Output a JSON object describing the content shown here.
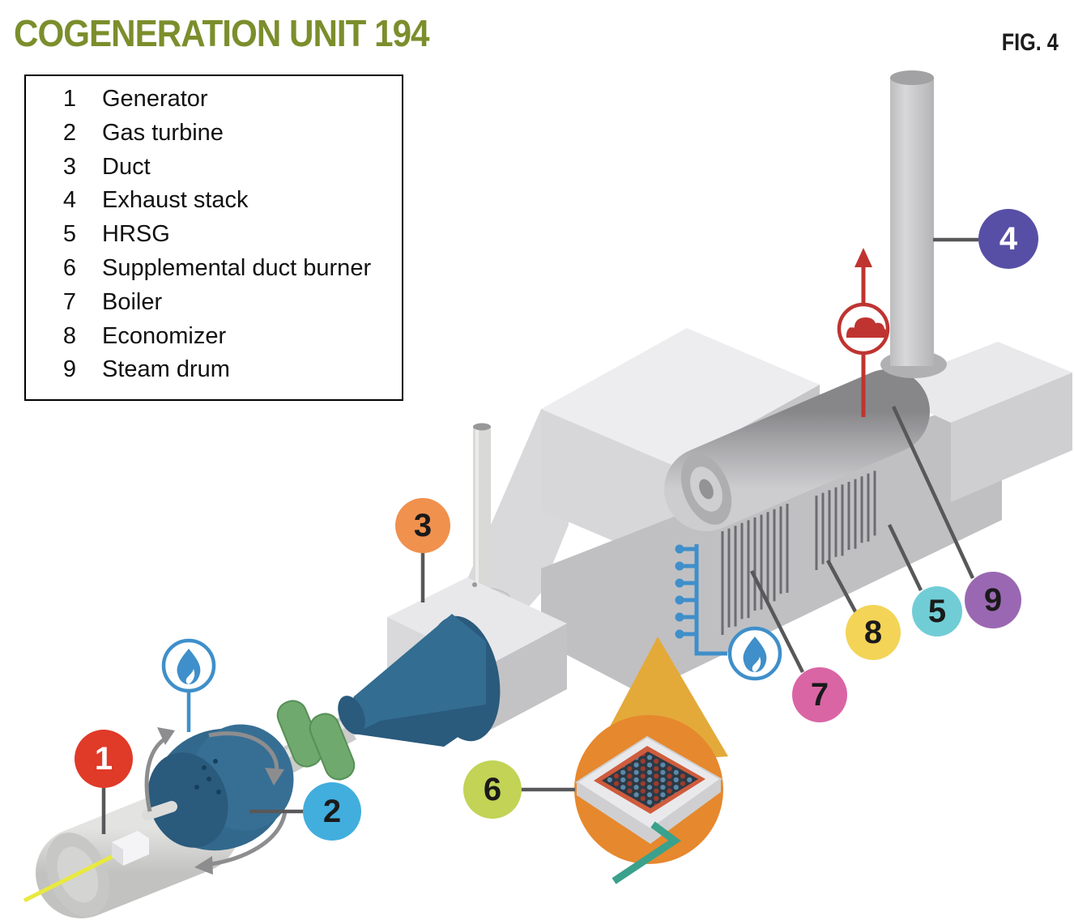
{
  "title": {
    "text": "COGENERATION UNIT 194",
    "color": "#7b8e2c"
  },
  "figure_label": "FIG. 4",
  "legend": {
    "items": [
      {
        "number": "1",
        "label": "Generator"
      },
      {
        "number": "2",
        "label": "Gas turbine"
      },
      {
        "number": "3",
        "label": "Duct"
      },
      {
        "number": "4",
        "label": "Exhaust stack"
      },
      {
        "number": "5",
        "label": "HRSG"
      },
      {
        "number": "6",
        "label": "Supplemental duct burner"
      },
      {
        "number": "7",
        "label": "Boiler"
      },
      {
        "number": "8",
        "label": "Economizer"
      },
      {
        "number": "9",
        "label": "Steam drum"
      }
    ]
  },
  "callouts": [
    {
      "number": "1",
      "refers_to": "Generator",
      "color": "#e03a28",
      "text_color": "#ffffff"
    },
    {
      "number": "2",
      "refers_to": "Gas turbine",
      "color": "#41aede",
      "text_color": "#1a1a1a"
    },
    {
      "number": "3",
      "refers_to": "Duct",
      "color": "#f0914e",
      "text_color": "#1a1a1a"
    },
    {
      "number": "4",
      "refers_to": "Exhaust stack",
      "color": "#574fa5",
      "text_color": "#ffffff"
    },
    {
      "number": "5",
      "refers_to": "HRSG",
      "color": "#70cdd6",
      "text_color": "#1a1a1a"
    },
    {
      "number": "6",
      "refers_to": "Supplemental duct burner",
      "color": "#c2d355",
      "text_color": "#1a1a1a"
    },
    {
      "number": "7",
      "refers_to": "Boiler",
      "color": "#da65a5",
      "text_color": "#1a1a1a"
    },
    {
      "number": "8",
      "refers_to": "Economizer",
      "color": "#f3d457",
      "text_color": "#1a1a1a"
    },
    {
      "number": "9",
      "refers_to": "Steam drum",
      "color": "#9a68b2",
      "text_color": "#1a1a1a"
    }
  ],
  "icons": {
    "fuel_flame": {
      "name": "gas-flame-icon",
      "color": "#3f8fca"
    },
    "emissions": {
      "name": "exhaust-emissions-icon",
      "color": "#bf3430"
    }
  }
}
